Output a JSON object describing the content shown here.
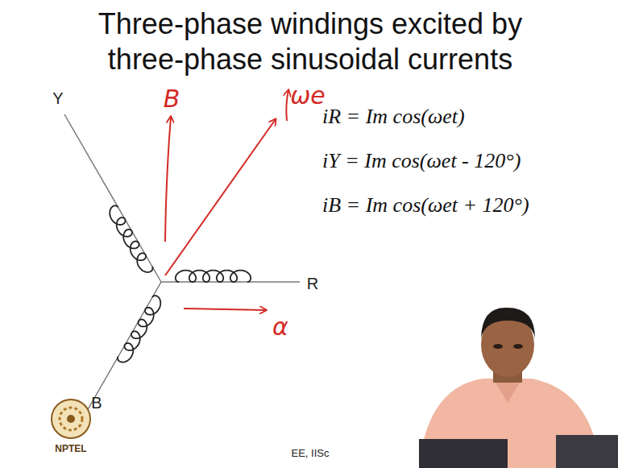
{
  "diagram": {
    "title": "Three-phase windings excited by three-phase sinusoidal currents",
    "labels": [
      "Y",
      "B",
      "ωe",
      "iR = Im cos(ωet)",
      "iY = Im cos(ωet - 120°)",
      "iB = Im cos(ωet + 120°)",
      "R",
      "α",
      "B",
      "NPTEL",
      "EE, IISc"
    ]
  }
}
